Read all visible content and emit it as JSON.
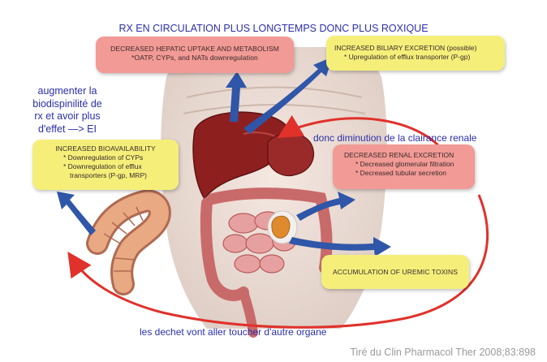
{
  "title": "RX EN CIRCULATION PLUS LONGTEMPS DONC PLUS ROXIQUE",
  "boxes": {
    "hepatic": {
      "title": "DECREASED HEPATIC UPTAKE AND METABOLISM",
      "lines": [
        "*OATP, CYPs, and NATs downregulation"
      ]
    },
    "biliary": {
      "title": "INCREASED BILIARY EXCRETION (possible)",
      "lines": [
        "* Upregulation of efflux transporter (P-gp)"
      ]
    },
    "bioavail": {
      "title": "INCREASED BIOAVAILABILITY",
      "lines": [
        "* Downregulation of CYPs",
        "* Downregulation of efflux",
        "transporters (P-gp, MRP)"
      ]
    },
    "renal": {
      "title": "DECREASED RENAL EXCRETION",
      "lines": [
        "* Decreased glomerular filtration",
        "* Decreased tubular secretion"
      ]
    },
    "uremic": {
      "title": "ACCUMULATION OF UREMIC TOXINS"
    }
  },
  "notes": {
    "left": [
      "augmenter la",
      "biodispinilité de",
      "rx et avoir plus",
      "d'effet —> EI"
    ],
    "clairance": "donc diminution de la clairance renale",
    "bottom": "les dechet vont aller toucher d'autre organe"
  },
  "source": "Tiré du Clin Pharmacol Ther 2008;83:898",
  "colors": {
    "pink_box": "#f29a95",
    "yellow_box": "#f5ef7a",
    "blue_arrow": "#2f56a8",
    "red_arrow": "#e0312b",
    "note_text": "#2b2fa8"
  }
}
